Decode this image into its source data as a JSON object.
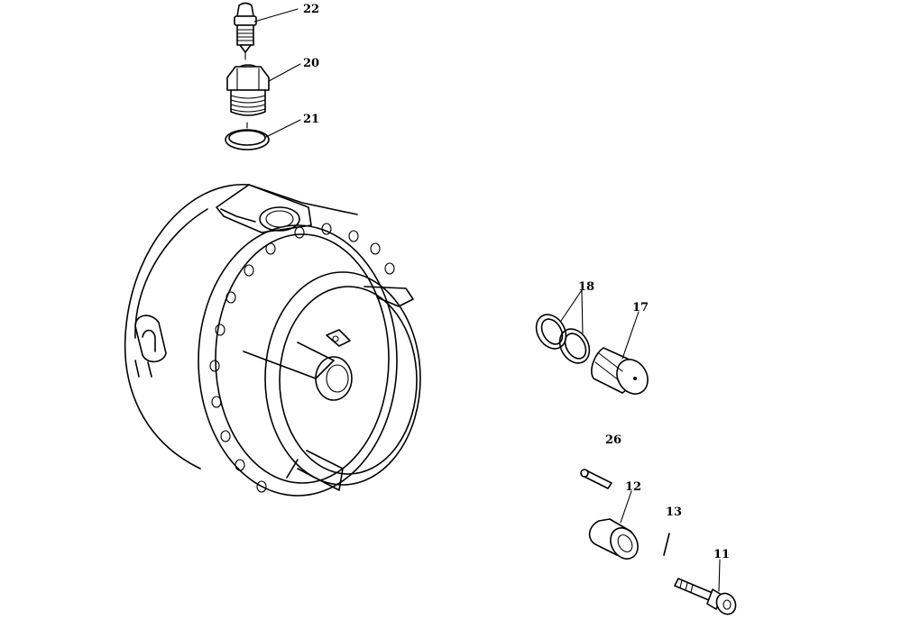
{
  "labels": {
    "p22": "22",
    "p20": "20",
    "p21": "21",
    "p18": "18",
    "p17": "17",
    "p26": "26",
    "p12": "12",
    "p13": "13",
    "p11": "11"
  },
  "colors": {
    "line": "#000000",
    "background": "#ffffff"
  }
}
